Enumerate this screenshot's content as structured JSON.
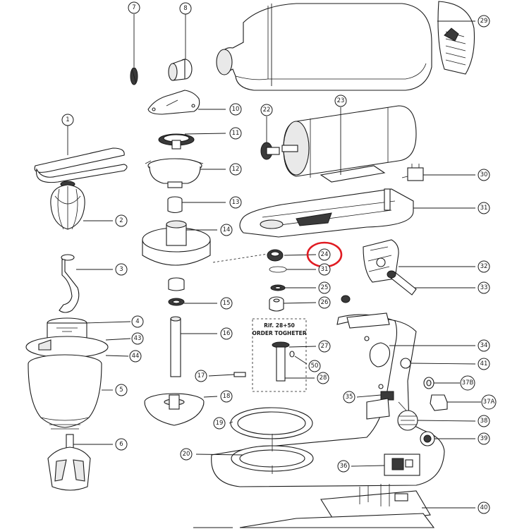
{
  "highlight_color": "#e01b22",
  "note": {
    "line1": "Rif. 28+50",
    "line2": "ORDER TOGHETER"
  },
  "callouts": {
    "c1": "1",
    "c2": "2",
    "c3": "3",
    "c4": "4",
    "c5": "5",
    "c6": "6",
    "c7": "7",
    "c8": "8",
    "c10": "10",
    "c11": "11",
    "c12": "12",
    "c13": "13",
    "c14": "14",
    "c15": "15",
    "c16": "16",
    "c17": "17",
    "c18": "18",
    "c19": "19",
    "c20": "20",
    "c22": "22",
    "c23": "23",
    "c24": "24",
    "c25": "25",
    "c26": "26",
    "c27": "27",
    "c28": "28",
    "c29": "29",
    "c30": "30",
    "c31": "31",
    "c31b": "31",
    "c32": "32",
    "c33": "33",
    "c34": "34",
    "c35": "35",
    "c36": "36",
    "c37a": "37A",
    "c37b": "37B",
    "c38": "38",
    "c39": "39",
    "c40": "40",
    "c41": "41",
    "c43": "43",
    "c44": "44",
    "c50": "50"
  }
}
